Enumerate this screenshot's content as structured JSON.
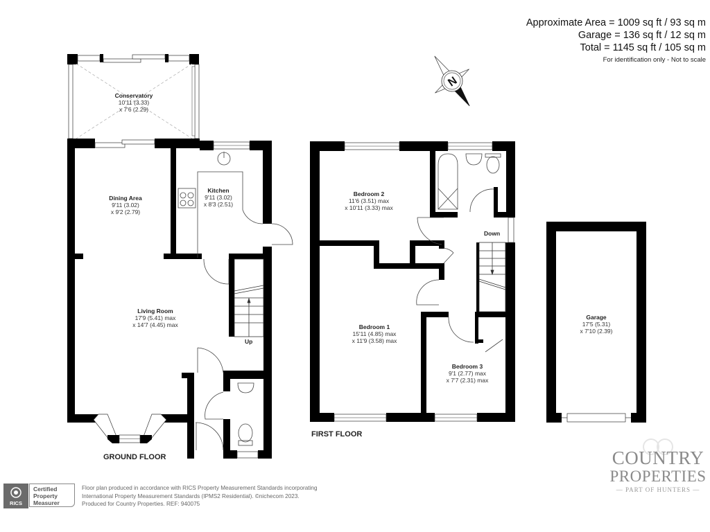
{
  "header": {
    "area_lines": [
      "Approximate Area = 1009 sq ft / 93 sq m",
      "Garage = 136 sq ft / 12 sq m",
      "Total = 1145 sq ft / 105 sq m"
    ],
    "note": "For identification only - Not to scale"
  },
  "compass": {
    "icon": "compass-north-icon",
    "letter": "N"
  },
  "ground_floor": {
    "label": "GROUND FLOOR",
    "stairs_label": "Up",
    "rooms": [
      {
        "name": "Conservatory",
        "dim1": "10'11 (3.33)",
        "dim2": "x 7'6 (2.29)"
      },
      {
        "name": "Dining Area",
        "dim1": "9'11 (3.02)",
        "dim2": "x 9'2 (2.79)"
      },
      {
        "name": "Kitchen",
        "dim1": "9'11 (3.02)",
        "dim2": "x 8'3 (2.51)"
      },
      {
        "name": "Living Room",
        "dim1": "17'9 (5.41) max",
        "dim2": "x 14'7 (4.45) max"
      }
    ]
  },
  "first_floor": {
    "label": "FIRST FLOOR",
    "stairs_label": "Down",
    "rooms": [
      {
        "name": "Bedroom 2",
        "dim1": "11'6 (3.51) max",
        "dim2": "x 10'11 (3.33) max"
      },
      {
        "name": "Bedroom 1",
        "dim1": "15'11 (4.85) max",
        "dim2": "x 11'9 (3.58) max"
      },
      {
        "name": "Bedroom 3",
        "dim1": "9'1 (2.77) max",
        "dim2": "x 7'7 (2.31) max"
      }
    ]
  },
  "garage": {
    "name": "Garage",
    "dim1": "17'5 (5.31)",
    "dim2": "x 7'10 (2.39)"
  },
  "footer": {
    "rics_logo_text": "RICS",
    "certified_lines": [
      "Certified",
      "Property",
      "Measurer"
    ],
    "lines": [
      "Floor plan produced in accordance with RICS Property Measurement Standards incorporating",
      "International Property Measurement Standards (IPMS2 Residential).   ©nichecom 2023.",
      "Produced for Country Properties.   REF: 940075"
    ]
  },
  "brand": {
    "line1": "COUNTRY",
    "line2": "PROPERTIES",
    "line3": "— PART OF HUNTERS —"
  }
}
